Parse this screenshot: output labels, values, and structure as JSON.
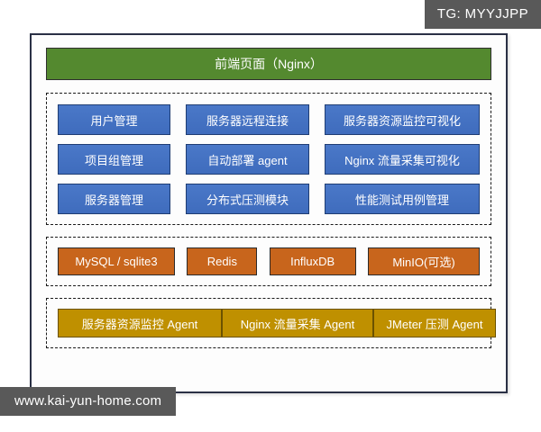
{
  "watermarks": {
    "top_right": "TG: MYYJJPP",
    "bottom_left": "www.kai-yun-home.com"
  },
  "diagram": {
    "frontend": {
      "label": "前端页面（Nginx）",
      "color": "#54892f"
    },
    "modules": {
      "color": "#4472c4",
      "rows": [
        [
          {
            "label": "用户管理"
          },
          {
            "label": "服务器远程连接"
          },
          {
            "label": "服务器资源监控可视化"
          }
        ],
        [
          {
            "label": "项目组管理"
          },
          {
            "label": "自动部署 agent"
          },
          {
            "label": "Nginx 流量采集可视化"
          }
        ],
        [
          {
            "label": "服务器管理"
          },
          {
            "label": "分布式压测模块"
          },
          {
            "label": "性能测试用例管理"
          }
        ]
      ]
    },
    "storage": {
      "color": "#c8651c",
      "items": [
        {
          "label": "MySQL / sqlite3"
        },
        {
          "label": "Redis"
        },
        {
          "label": "InfluxDB"
        },
        {
          "label": "MinIO(可选)"
        }
      ]
    },
    "agents": {
      "color": "#bf9000",
      "items": [
        {
          "label": "服务器资源监控 Agent"
        },
        {
          "label": "Nginx 流量采集 Agent"
        },
        {
          "label": "JMeter 压测 Agent"
        }
      ]
    }
  }
}
